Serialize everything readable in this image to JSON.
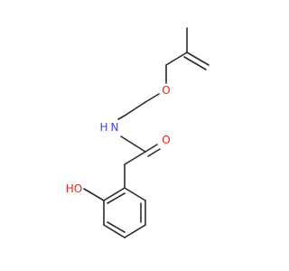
{
  "molecule": {
    "atoms": {
      "amide_nitrogen": {
        "label": "N",
        "color": "#3a4bd6"
      },
      "carbonyl_oxygen": {
        "label": "O",
        "color": "#e0251a"
      },
      "ether_oxygen": {
        "label": "O",
        "color": "#e0251a"
      },
      "hydroxyl": {
        "label": "HO",
        "color": "#e0251a"
      }
    },
    "hydrogen_on_nitrogen": {
      "label": "H",
      "color": "#3a4bd6"
    },
    "bond_color": "#2b2b2b"
  }
}
